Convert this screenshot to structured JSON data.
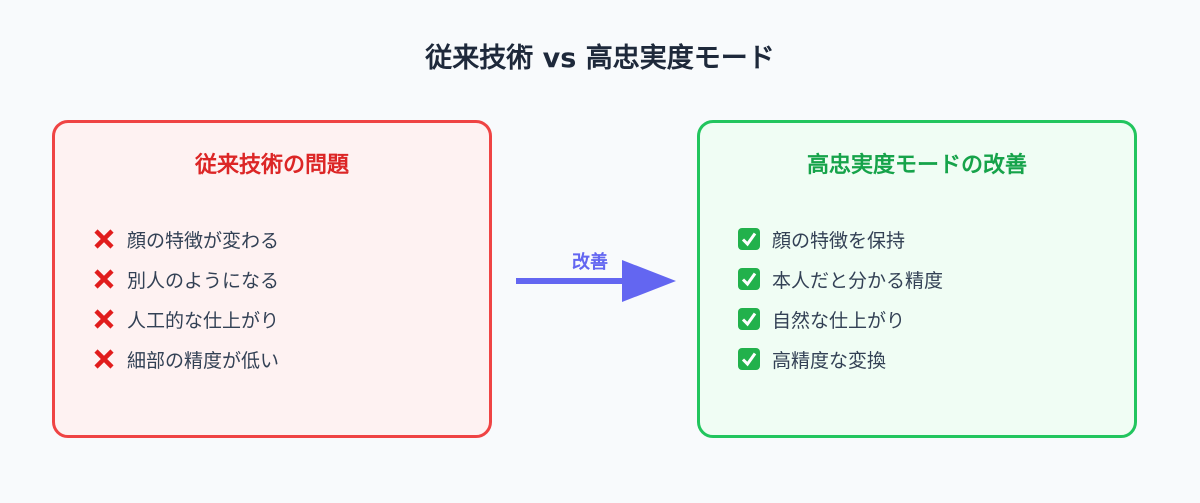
{
  "title": "従来技術 vs 高忠実度モード",
  "left_box": {
    "title": "従来技術の問題",
    "icon": "cross-mark-icon",
    "color": "#ef4444",
    "items": [
      "顔の特徴が変わる",
      "別人のようになる",
      "人工的な仕上がり",
      "細部の精度が低い"
    ]
  },
  "arrow": {
    "label": "改善",
    "color": "#6366f1"
  },
  "right_box": {
    "title": "高忠実度モードの改善",
    "icon": "check-mark-icon",
    "color": "#22c55e",
    "items": [
      "顔の特徴を保持",
      "本人だと分かる精度",
      "自然な仕上がり",
      "高精度な変換"
    ]
  }
}
